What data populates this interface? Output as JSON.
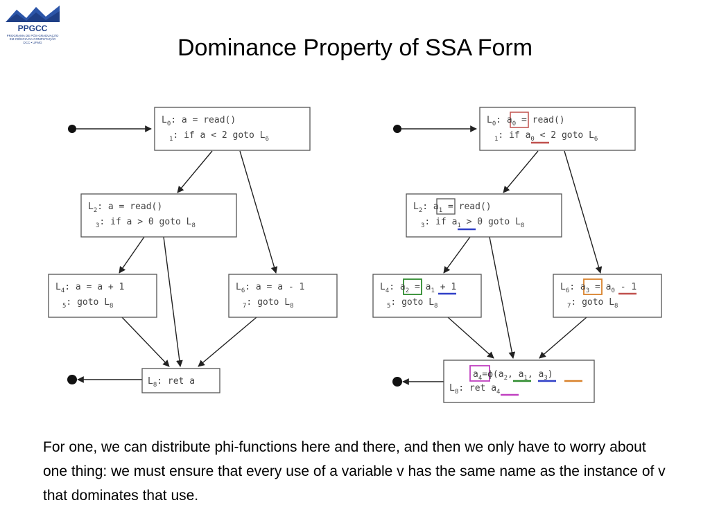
{
  "logo": {
    "name": "PPGCC",
    "lines": [
      "PROGRAMA DE PÓS-GRADUAÇÃO",
      "EM CIÊNCIA DA COMPUTAÇÃO",
      "DCC • UFMG"
    ]
  },
  "slide": {
    "title": "Dominance Property of SSA Form",
    "body": "For one, we can distribute phi-functions here and there, and then we only have to worry about one thing: we must ensure that every use of a variable v has the same name as the instance of v that dominates that use."
  },
  "colors": {
    "red": "#c0504d",
    "blue": "#2f3fc7",
    "purple": "#9b59b6",
    "green": "#2e8b2e",
    "orange": "#d9822b",
    "magenta": "#c040c0"
  },
  "left_graph": {
    "b0": {
      "label": "L",
      "sub": "0",
      "line1": ": a = read()",
      "l2num": "1",
      "line2": ": if a < 2 goto L",
      "line2sub": "6"
    },
    "b2": {
      "label": "L",
      "sub": "2",
      "line1": ": a = read()",
      "l2num": "3",
      "line2": ": if a > 0 goto L",
      "line2sub": "8"
    },
    "b4": {
      "label": "L",
      "sub": "4",
      "line1": ": a = a + 1",
      "l2num": "5",
      "line2": ": goto L",
      "line2sub": "8"
    },
    "b6": {
      "label": "L",
      "sub": "6",
      "line1": ": a = a - 1",
      "l2num": "7",
      "line2": ": goto L",
      "line2sub": "8"
    },
    "b8": {
      "label": "L",
      "sub": "8",
      "line1": ": ret a"
    }
  },
  "right_graph": {
    "b0": {
      "label": "L",
      "sub": "0",
      "def": "a",
      "defsub": "0",
      "line1rest": " = read()",
      "l2num": "1",
      "line2pre": ": if ",
      "use": "a",
      "usesub": "0",
      "line2rest": " < 2 goto L",
      "line2sub": "6"
    },
    "b2": {
      "label": "L",
      "sub": "2",
      "def": "a",
      "defsub": "1",
      "line1rest": " = read()",
      "l2num": "3",
      "line2pre": ": if ",
      "use": "a",
      "usesub": "1",
      "line2rest": " > 0 goto L",
      "line2sub": "8"
    },
    "b4": {
      "label": "L",
      "sub": "4",
      "def": "a",
      "defsub": "2",
      "eq": " = ",
      "use": "a",
      "usesub": "1",
      "line1rest": " + 1",
      "l2num": "5",
      "line2": ": goto L",
      "line2sub": "8"
    },
    "b6": {
      "label": "L",
      "sub": "6",
      "def": "a",
      "defsub": "3",
      "eq": " = ",
      "use": "a",
      "usesub": "0",
      "line1rest": " - 1",
      "l2num": "7",
      "line2": ": goto L",
      "line2sub": "8"
    },
    "b8": {
      "def": "a",
      "defsub": "4",
      "phi": "=ϕ(a",
      "arg1sub": "2",
      "comma": ", ",
      "arg2": "a",
      "arg2sub": "1",
      "arg3": "a",
      "arg3sub": "3",
      "close": ")",
      "label": "L",
      "sub": "8",
      "line2": ": ret ",
      "use": "a",
      "usesub": "4"
    }
  }
}
